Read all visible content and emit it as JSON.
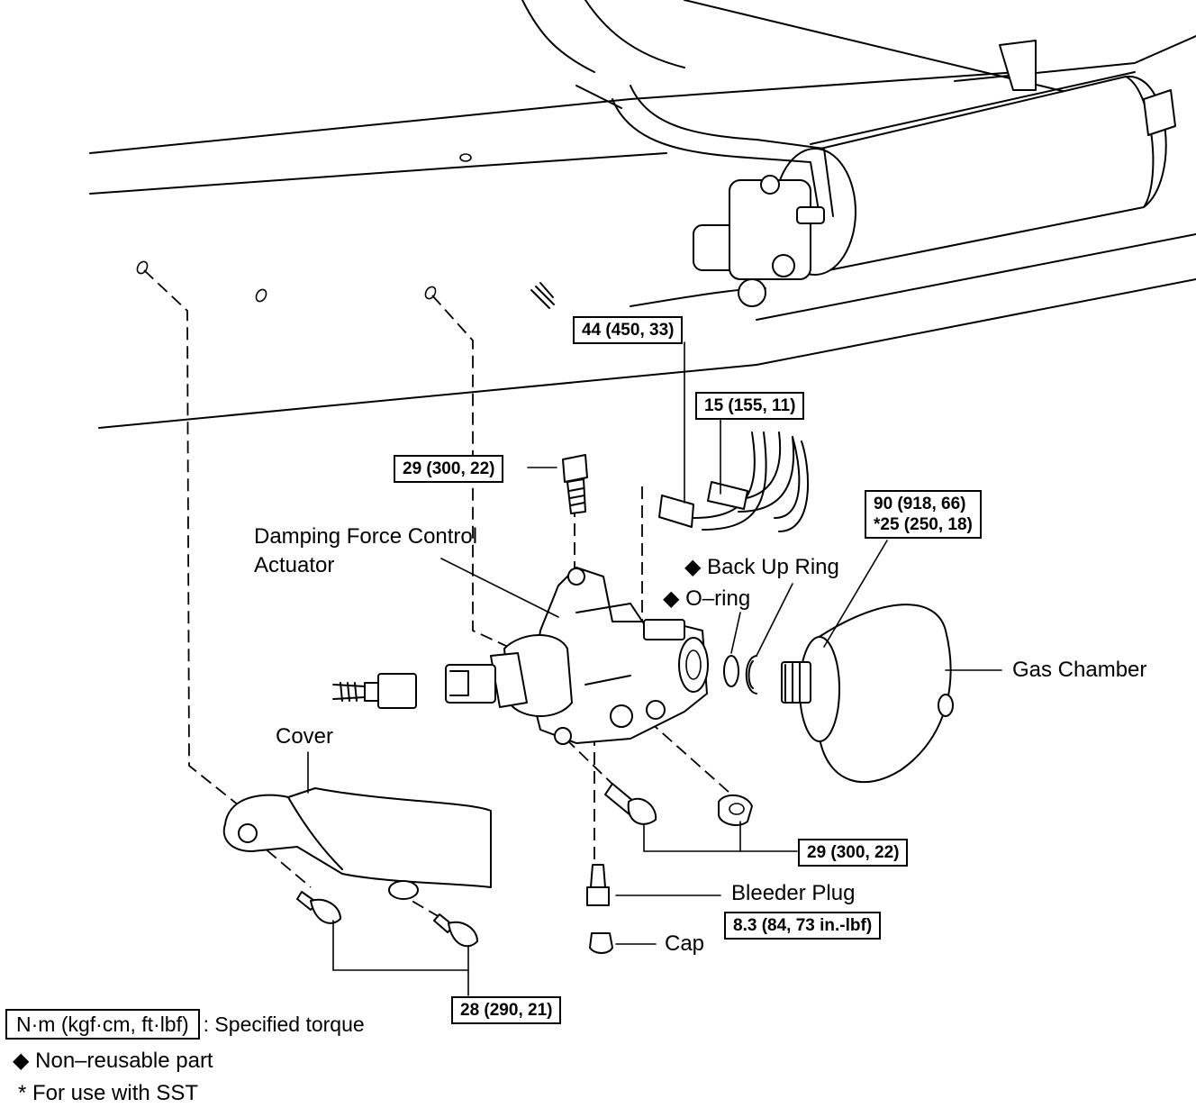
{
  "parts": {
    "damping_actuator": "Damping Force Control Actuator",
    "back_up_ring": "Back Up Ring",
    "o_ring": "O–ring",
    "gas_chamber": "Gas Chamber",
    "cover": "Cover",
    "bleeder_plug": "Bleeder Plug",
    "cap": "Cap"
  },
  "torques": {
    "pipe_union_large": "44 (450, 33)",
    "pipe_union_small": "15 (155, 11)",
    "actuator_top_bolt": "29 (300, 22)",
    "gas_chamber_line1": "90 (918, 66)",
    "gas_chamber_line2": "*25 (250, 18)",
    "actuator_lower_bolts": "29 (300, 22)",
    "bleeder_plug": "8.3 (84, 73 in.-lbf)",
    "cover_bolts": "28 (290, 21)"
  },
  "legend": {
    "torque_unit_box": "N·m (kgf·cm, ft·lbf)",
    "torque_unit_text": ": Specified torque",
    "non_reusable": "Non–reusable part",
    "sst_note": "* For use with SST"
  },
  "symbols": {
    "diamond": "◆"
  }
}
